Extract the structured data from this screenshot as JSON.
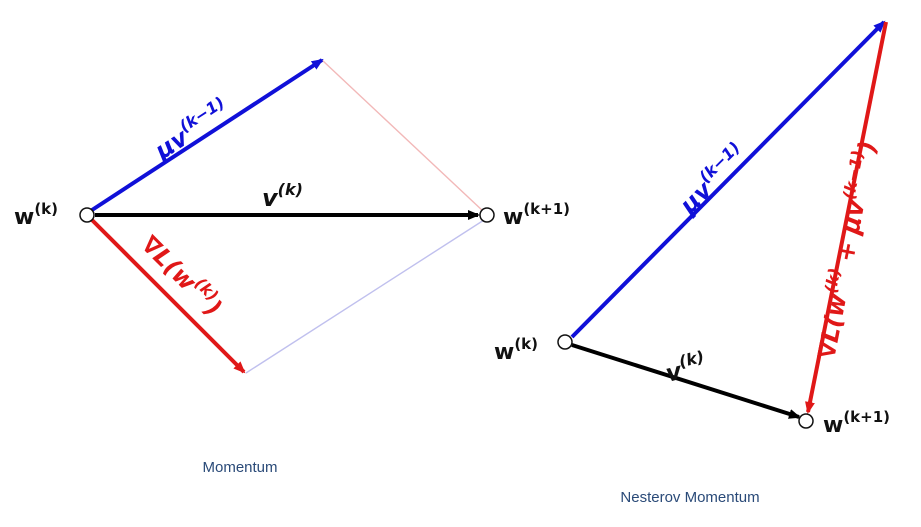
{
  "colors": {
    "blue": "#1010d8",
    "red": "#e01818",
    "black": "#000000",
    "pale_red": "#f2b8b8",
    "pale_blue": "#c0c0ee",
    "caption": "#2a4a78"
  },
  "momentum": {
    "caption": "Momentum",
    "start_label": {
      "base": "w",
      "sup": "(k)"
    },
    "end_label": {
      "base": "w",
      "sup": "(k+1)"
    },
    "momentum_vector": {
      "base": "μv",
      "sup": "(k−1)"
    },
    "velocity_vector": {
      "base": "v",
      "sup": "(k)"
    },
    "gradient_vector": {
      "open": "∇L(w",
      "sup": "(k)",
      "close": ")"
    }
  },
  "nesterov": {
    "caption": "Nesterov Momentum",
    "start_label": {
      "base": "w",
      "sup": "(k)"
    },
    "end_label": {
      "base": "w",
      "sup": "(k+1)"
    },
    "momentum_vector": {
      "base": "μv",
      "sup": "(k−1)"
    },
    "velocity_vector": {
      "base": "v",
      "sup": "(k)"
    },
    "gradient_vector": {
      "open": "∇L(w",
      "sup1": "(k)",
      "mid": " + μv",
      "sup2": "(k−1)",
      "close": ")"
    }
  }
}
